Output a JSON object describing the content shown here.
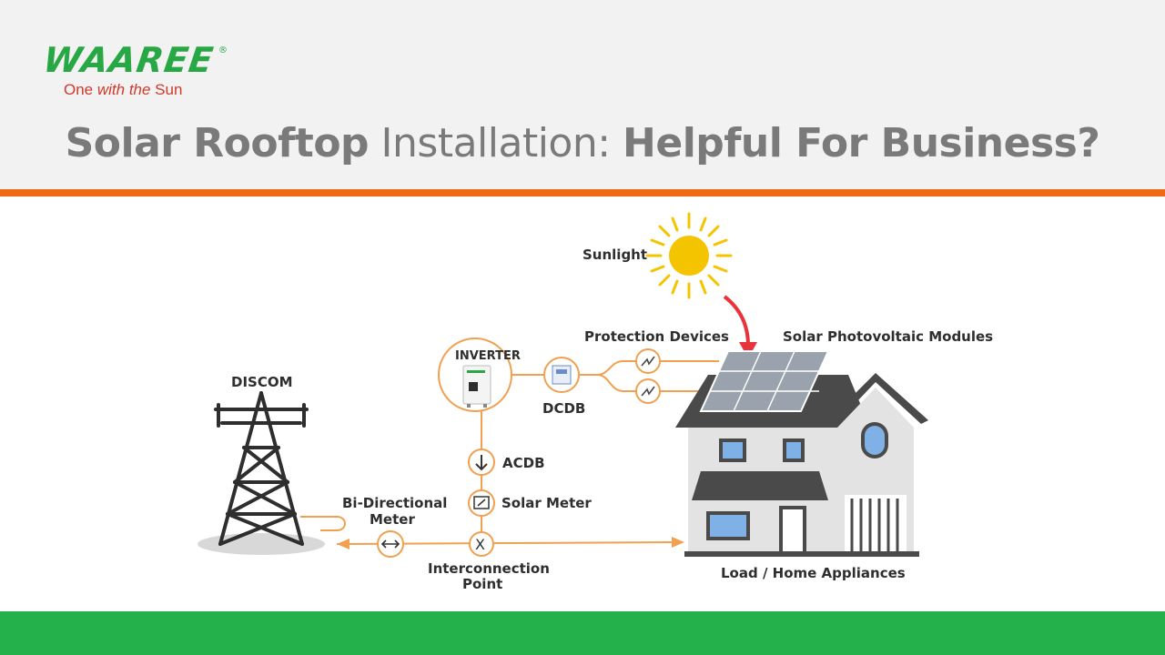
{
  "brand": {
    "name": "WAAREE",
    "registered": "®",
    "tagline_start": "One ",
    "tagline_italic": "with the",
    "tagline_end": " Sun",
    "brand_green": "#27a844",
    "tagline_red": "#d0392b"
  },
  "headline": {
    "part1": "Solar Rooftop",
    "part2": " Installation: ",
    "part3": "Helpful For Business?"
  },
  "colors": {
    "accent_orange": "#f06a16",
    "footer_green": "#24b14b",
    "line_orange": "#f0a050",
    "sun_yellow": "#f5c400",
    "arrow_red": "#e8333a"
  },
  "diagram": {
    "labels": {
      "sunlight": "Sunlight",
      "protection_devices": "Protection Devices",
      "solar_pv_modules": "Solar Photovoltaic Modules",
      "inverter": "INVERTER",
      "dcdb": "DCDB",
      "acdb": "ACDB",
      "solar_meter": "Solar Meter",
      "discom": "DISCOM",
      "bidirectional_meter_1": "Bi-Directional",
      "bidirectional_meter_2": "Meter",
      "interconnection_1": "Interconnection",
      "interconnection_2": "Point",
      "load": "Load / Home Appliances",
      "interconnection_symbol": "X"
    }
  }
}
